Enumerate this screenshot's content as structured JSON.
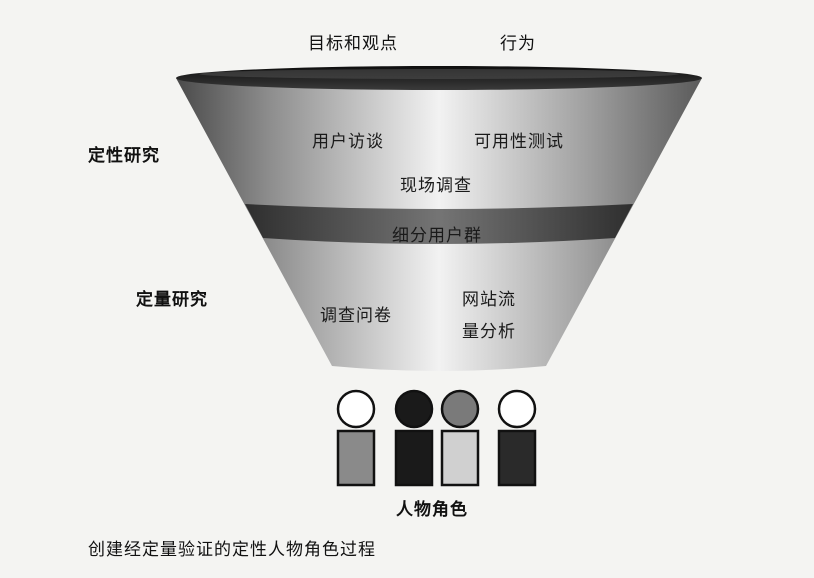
{
  "top_labels": {
    "left": "目标和观点",
    "right": "行为"
  },
  "sections": {
    "qualitative": "定性研究",
    "quantitative": "定量研究"
  },
  "funnel_items": {
    "interview": "用户访谈",
    "usability": "可用性测试",
    "field": "现场调查",
    "segment": "细分用户群",
    "survey": "调查问卷",
    "traffic_line1": "网站流",
    "traffic_line2": "量分析"
  },
  "personas": {
    "label": "人物角色",
    "figures": [
      {
        "head": "#ffffff",
        "body": "#8a8a8a"
      },
      {
        "head": "#1a1a1a",
        "body": "#1a1a1a"
      },
      {
        "head": "#7a7a7a",
        "body": "#d0d0d0"
      },
      {
        "head": "#ffffff",
        "body": "#2a2a2a"
      }
    ]
  },
  "caption": "创建经定量验证的定性人物角色过程",
  "colors": {
    "rim": "#1c1c1c",
    "band": "#3a3a3a",
    "funnel_light": "#f0f0f0",
    "funnel_dark": "#6a6a6a"
  }
}
